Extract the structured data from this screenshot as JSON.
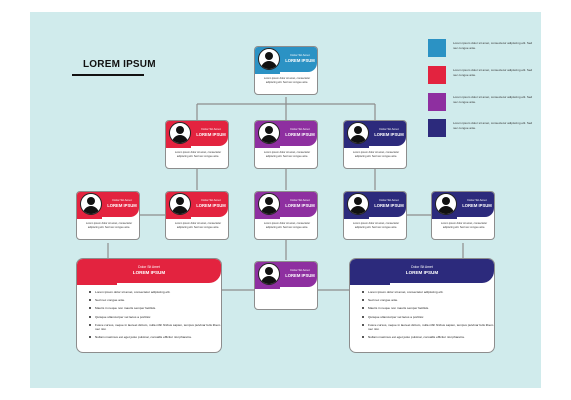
{
  "title": "LOREM IPSUM",
  "colors": {
    "cyan": "#2b92c4",
    "red": "#e3233f",
    "purple": "#8e2fa0",
    "navy": "#2c2a7c",
    "background": "#d0ebec",
    "connector": "#8d8d8d"
  },
  "legend": [
    {
      "color": "#2b92c4",
      "text": "Lorem ipsum dolor sit amet, consectetur adipiscing elit. Sed nec congue ante."
    },
    {
      "color": "#e3233f",
      "text": "Lorem ipsum dolor sit amet, consectetur adipiscing elit. Sed nec congue ante."
    },
    {
      "color": "#8e2fa0",
      "text": "Lorem ipsum dolor sit amet, consectetur adipiscing elit. Sed nec congue ante."
    },
    {
      "color": "#2c2a7c",
      "text": "Lorem ipsum dolor sit amet, consectetur adipiscing elit. Sed nec congue ante."
    }
  ],
  "cards": {
    "root": {
      "color": "#2b92c4",
      "subtitle": "Dolor Sit Amet",
      "name": "LOREM IPSUM",
      "text": "Lorem ipsum dolor sit amet, consectetur adipiscing elit. Sed nec congue ante."
    },
    "l2_red": {
      "color": "#e3233f",
      "subtitle": "Dolor Sit Amet",
      "name": "LOREM IPSUM",
      "text": "Lorem ipsum dolor sit amet, consectetur adipiscing elit. Sed nec congue ante."
    },
    "l2_purple": {
      "color": "#8e2fa0",
      "subtitle": "Dolor Sit Amet",
      "name": "LOREM IPSUM",
      "text": "Lorem ipsum dolor sit amet, consectetur adipiscing elit. Sed nec congue ante."
    },
    "l2_navy": {
      "color": "#2c2a7c",
      "subtitle": "Dolor Sit Amet",
      "name": "LOREM IPSUM",
      "text": "Lorem ipsum dolor sit amet, consectetur adipiscing elit. Sed nec congue ante."
    },
    "l3_red_1": {
      "color": "#e3233f",
      "subtitle": "Dolor Sit Amet",
      "name": "LOREM IPSUM",
      "text": "Lorem ipsum dolor sit amet, consectetur adipiscing elit. Sed nec congue ante."
    },
    "l3_red_2": {
      "color": "#e3233f",
      "subtitle": "Dolor Sit Amet",
      "name": "LOREM IPSUM",
      "text": "Lorem ipsum dolor sit amet, consectetur adipiscing elit. Sed nec congue ante."
    },
    "l3_purple": {
      "color": "#8e2fa0",
      "subtitle": "Dolor Sit Amet",
      "name": "LOREM IPSUM",
      "text": "Lorem ipsum dolor sit amet, consectetur adipiscing elit. Sed nec congue ante."
    },
    "l3_navy_1": {
      "color": "#2c2a7c",
      "subtitle": "Dolor Sit Amet",
      "name": "LOREM IPSUM",
      "text": "Lorem ipsum dolor sit amet, consectetur adipiscing elit. Sed nec congue ante."
    },
    "l3_navy_2": {
      "color": "#2c2a7c",
      "subtitle": "Dolor Sit Amet",
      "name": "LOREM IPSUM",
      "text": "Lorem ipsum dolor sit amet, consectetur adipiscing elit. Sed nec congue ante."
    },
    "l4_purple": {
      "color": "#8e2fa0",
      "subtitle": "Dolor Sit Amet",
      "name": "LOREM IPSUM",
      "text": ""
    }
  },
  "big_boxes": {
    "left": {
      "color": "#e3233f",
      "subtitle": "Dolor Sit Amet",
      "name": "LOREM IPSUM",
      "items": [
        "Lorem ipsum dolor sit amet, consectetur adipiscing elit.",
        "Sed nec congue ante.",
        "Mauris in neque non mauris semper facilisis.",
        "Quisque ullamcorper vel lacus a porttitor.",
        "Fusce cursus, neque in laoreet dictum, nulla nibh finibus sapien, tempus pulvinar felis libero nec nisi.",
        "Nullam maximus est eget justo pulvinar, convallis efficitur nisi pharetra."
      ]
    },
    "right": {
      "color": "#2c2a7c",
      "subtitle": "Dolor Sit Amet",
      "name": "LOREM IPSUM",
      "items": [
        "Lorem ipsum dolor sit amet, consectetur adipiscing elit.",
        "Sed nec congue ante.",
        "Mauris in neque non mauris semper facilisis.",
        "Quisque ullamcorper vel lacus a porttitor.",
        "Fusce cursus, neque in laoreet dictum, nulla nibh finibus sapien, tempus pulvinar felis libero nec nisi.",
        "Nullam maximus est eget justo pulvinar, convallis efficitur nisi pharetra."
      ]
    }
  }
}
